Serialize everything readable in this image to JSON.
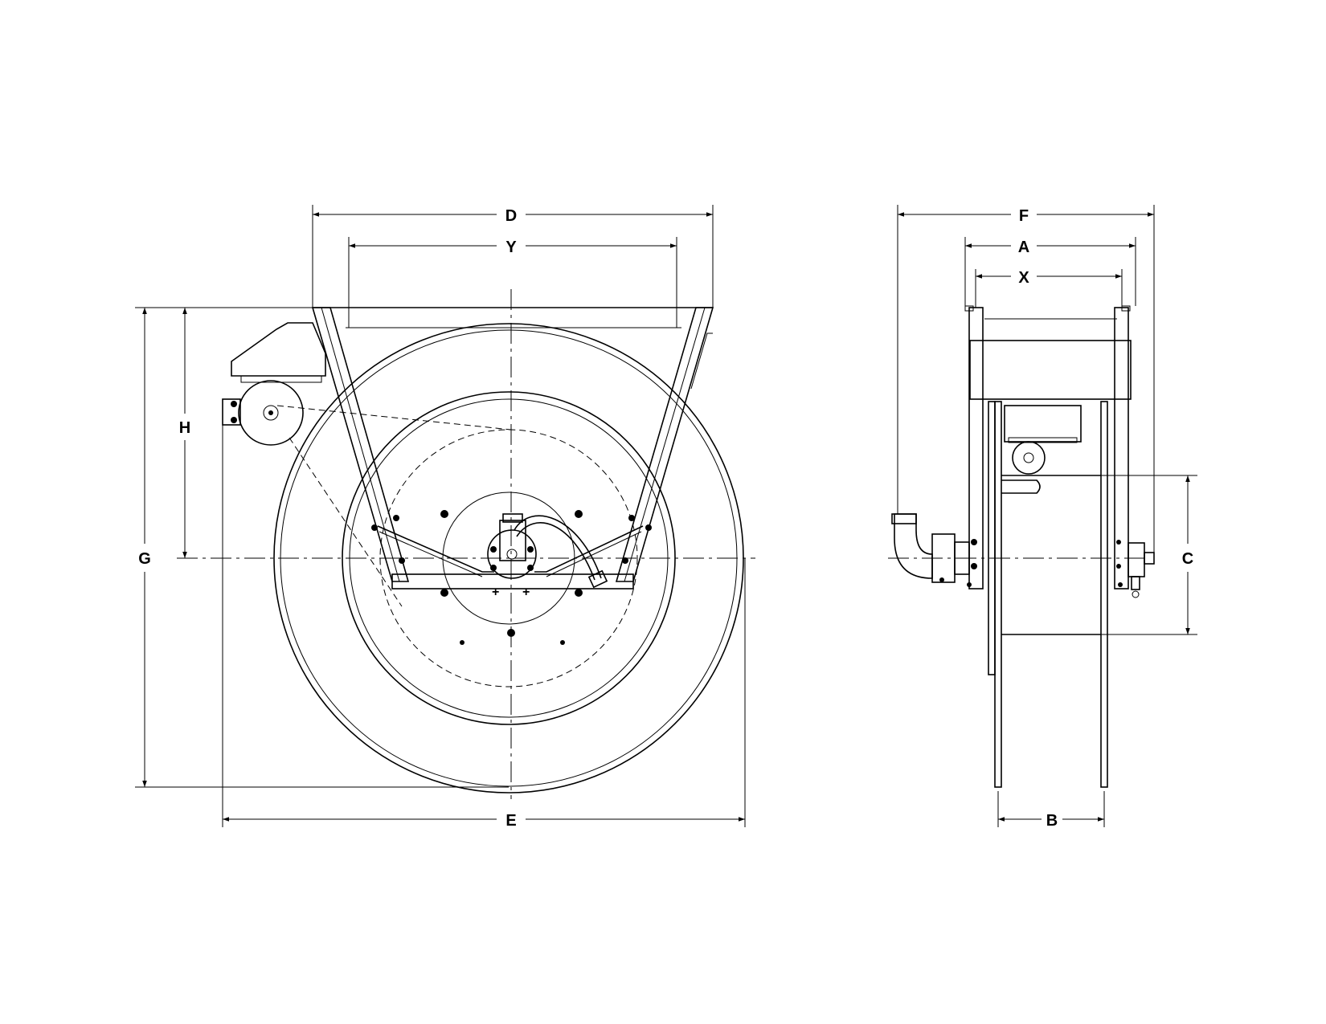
{
  "dimensions": {
    "D": "D",
    "Y": "Y",
    "E": "E",
    "G": "G",
    "H": "H",
    "F": "F",
    "A": "A",
    "X": "X",
    "B": "B",
    "C": "C"
  },
  "colors": {
    "line": "#000000",
    "background": "#ffffff"
  }
}
